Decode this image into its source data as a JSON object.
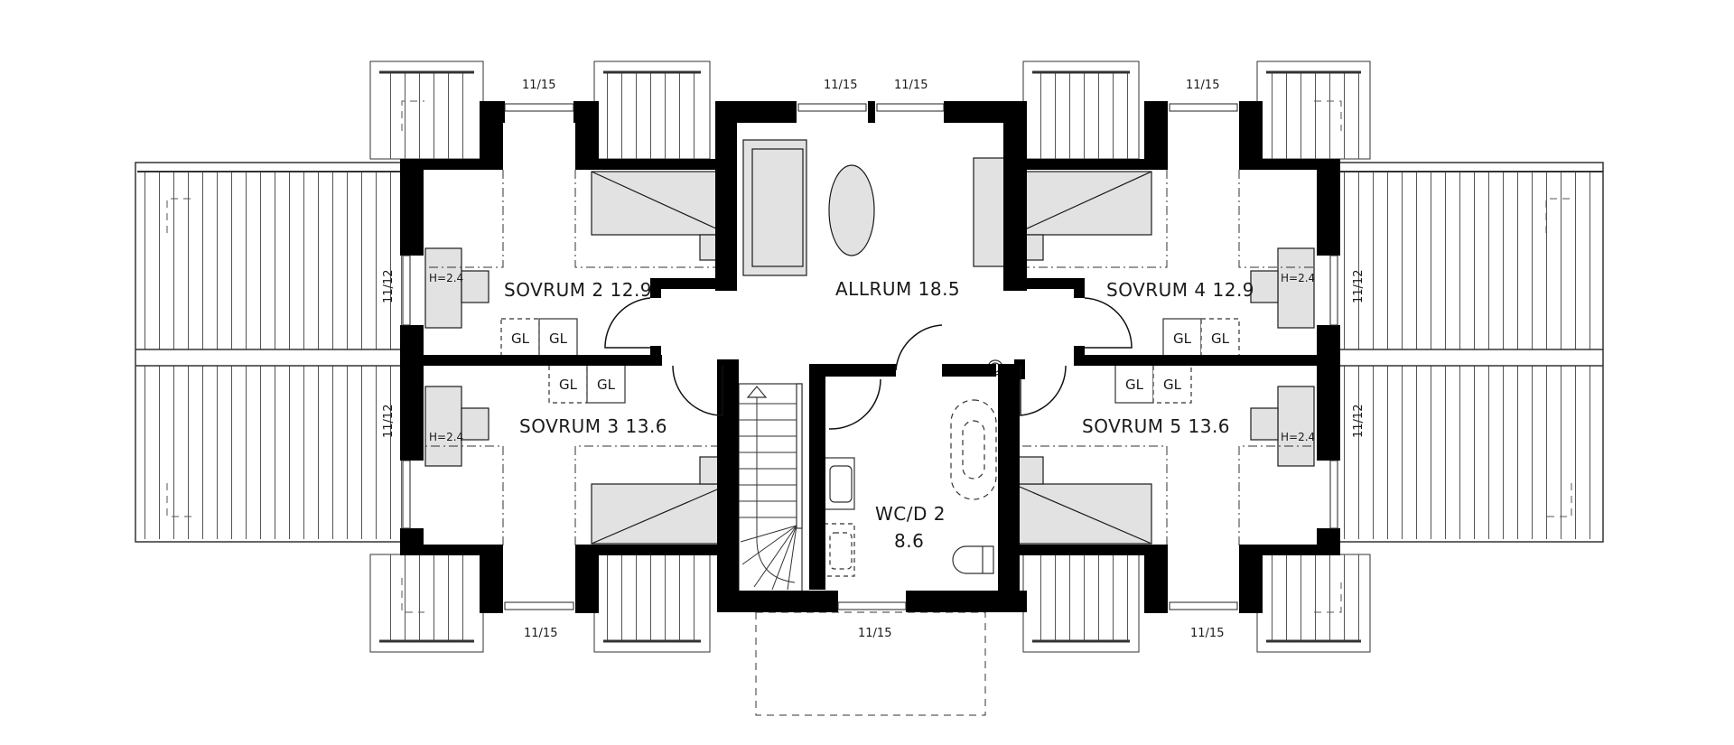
{
  "plan": {
    "type": "floor-plan",
    "colors": {
      "wall": "#000000",
      "furniture_fill": "#e2e2e2",
      "line": "#1a1a1a",
      "background": "#ffffff"
    },
    "rooms": [
      {
        "id": "sovrum2",
        "name": "SOVRUM 2",
        "area": "12.9",
        "label": "SOVRUM 2  12.9"
      },
      {
        "id": "allrum",
        "name": "ALLRUM",
        "area": "18.5",
        "label": "ALLRUM  18.5"
      },
      {
        "id": "sovrum4",
        "name": "SOVRUM 4",
        "area": "12.9",
        "label": "SOVRUM 4  12.9"
      },
      {
        "id": "sovrum3",
        "name": "SOVRUM 3",
        "area": "13.6",
        "label": "SOVRUM 3  13.6"
      },
      {
        "id": "sovrum5",
        "name": "SOVRUM 5",
        "area": "13.6",
        "label": "SOVRUM 5  13.6"
      },
      {
        "id": "wcd2",
        "name": "WC/D 2",
        "area": "8.6"
      }
    ],
    "window_labels": {
      "top_s2": "11/15",
      "top_allrum_1": "11/15",
      "top_allrum_2": "11/15",
      "top_s4": "11/15",
      "bottom_s3": "11/15",
      "bottom_wc": "11/15",
      "bottom_s5": "11/15",
      "left_s2": "11/12",
      "left_s3": "11/12",
      "right_s4": "11/12",
      "right_s5": "11/12"
    },
    "closet_label": "GL",
    "dresser_height_label": "H=2.4"
  }
}
